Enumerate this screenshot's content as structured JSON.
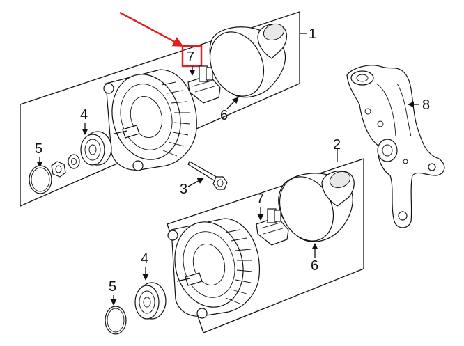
{
  "callouts": {
    "c1": "1",
    "c2": "2",
    "c3": "3",
    "c4a": "4",
    "c4b": "4",
    "c5a": "5",
    "c5b": "5",
    "c6a": "6",
    "c6b": "6",
    "c7a": "7",
    "c7b": "7",
    "c8": "8"
  },
  "colors": {
    "highlight": "#e02020",
    "line": "#111111"
  }
}
